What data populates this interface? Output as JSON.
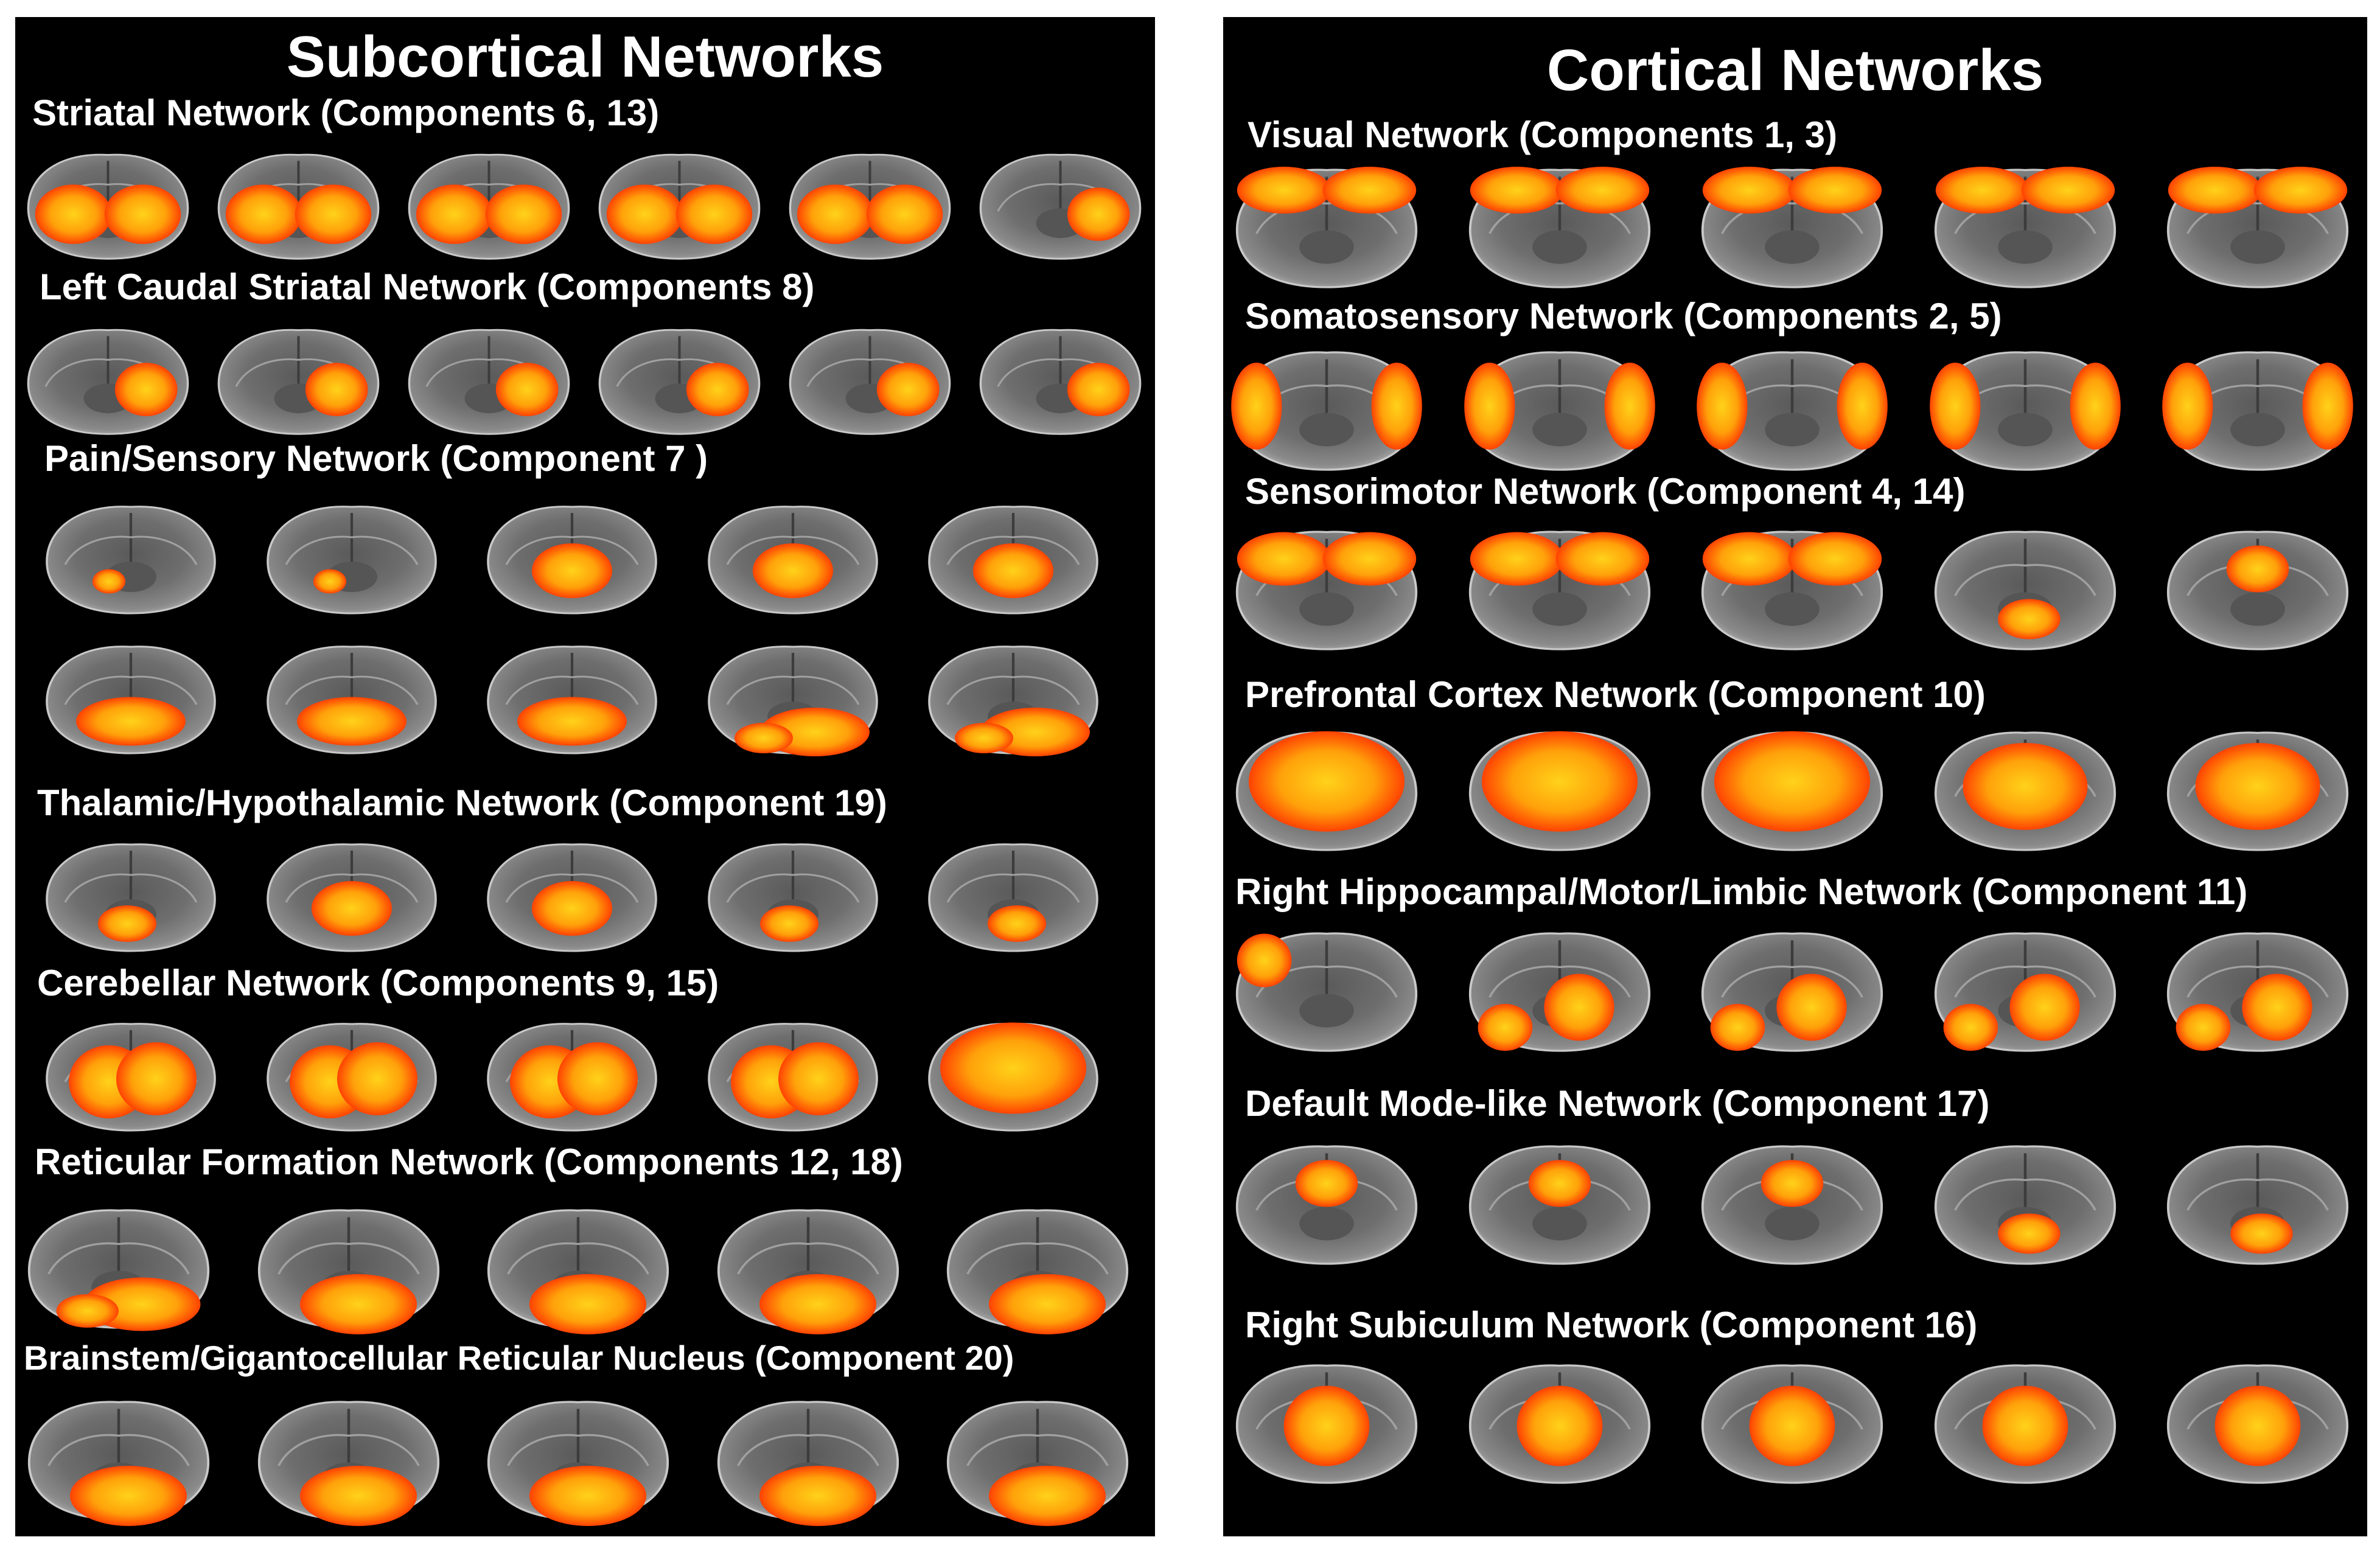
{
  "subcortical": {
    "title": "Subcortical Networks",
    "networks": [
      {
        "label": "Striatal Network (Components 6, 13)",
        "slices": 6
      },
      {
        "label": "Left Caudal Striatal Network (Components 8)",
        "slices": 6
      },
      {
        "label": "Pain/Sensory Network (Component 7 )",
        "slices": 10
      },
      {
        "label": "Thalamic/Hypothalamic Network (Component 19)",
        "slices": 5
      },
      {
        "label": "Cerebellar Network (Components 9, 15)",
        "slices": 5
      },
      {
        "label": "Reticular Formation Network (Components 12, 18)",
        "slices": 5
      },
      {
        "label": "Brainstem/Gigantocellular Reticular Nucleus (Component 20)",
        "slices": 5
      }
    ]
  },
  "cortical": {
    "title": "Cortical Networks",
    "networks": [
      {
        "label": "Visual Network (Components 1, 3)",
        "slices": 5
      },
      {
        "label": "Somatosensory Network (Components 2, 5)",
        "slices": 5
      },
      {
        "label": "Sensorimotor Network (Component 4, 14)",
        "slices": 5
      },
      {
        "label": "Prefrontal Cortex Network (Component 10)",
        "slices": 5
      },
      {
        "label": "Right Hippocampal/Motor/Limbic Network (Component 11)",
        "slices": 5
      },
      {
        "label": "Default Mode-like Network (Component 17)",
        "slices": 5
      },
      {
        "label": "Right Subiculum Network (Component 16)",
        "slices": 5
      }
    ]
  },
  "colors": {
    "panel_background": "#000000",
    "text": "#ffffff",
    "brain_tissue": "#8a8a8a",
    "activation_core": "#ffd21a",
    "activation_edge": "#ff2a00"
  }
}
